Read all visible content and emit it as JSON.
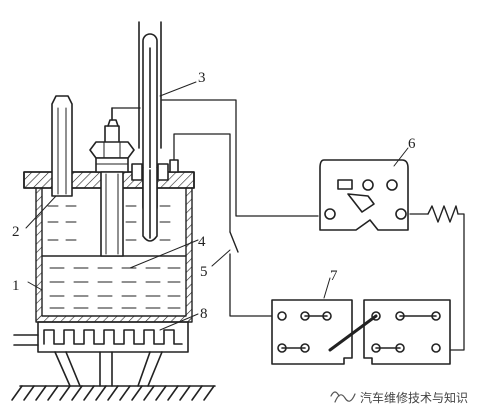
{
  "labels": {
    "n1": "1",
    "n2": "2",
    "n3": "3",
    "n4": "4",
    "n5": "5",
    "n6": "6",
    "n7": "7",
    "n8": "8"
  },
  "watermark": "汽车维修技术与知识",
  "watermark_icon": "wechat-channel-icon"
}
